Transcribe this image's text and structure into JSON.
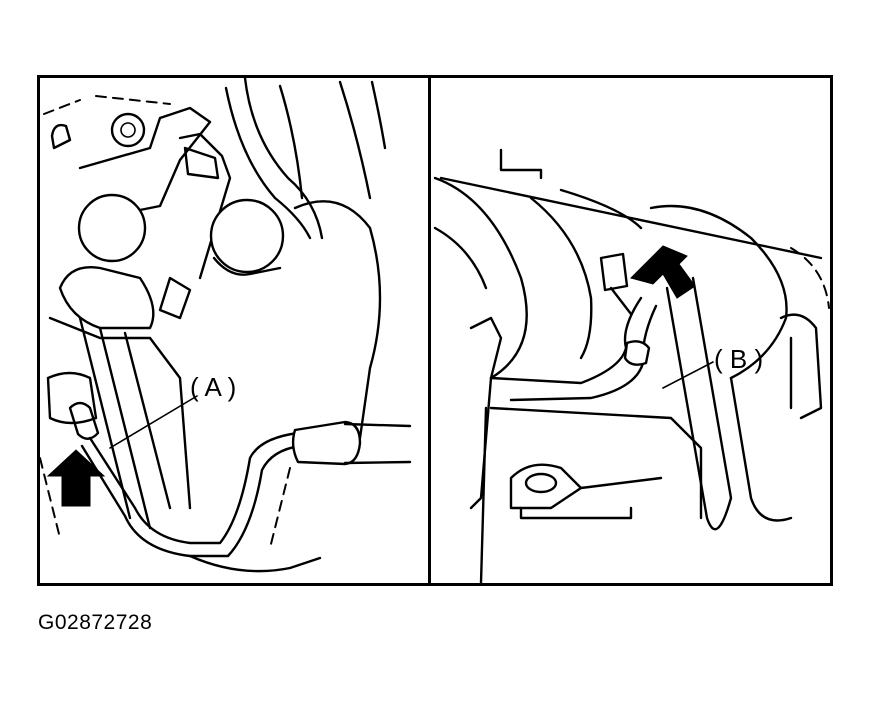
{
  "figure_id": "G02872728",
  "panel_left": {
    "label": "( A )"
  },
  "panel_right": {
    "label": "( B )"
  },
  "colors": {
    "line": "#000000",
    "background": "#ffffff"
  }
}
